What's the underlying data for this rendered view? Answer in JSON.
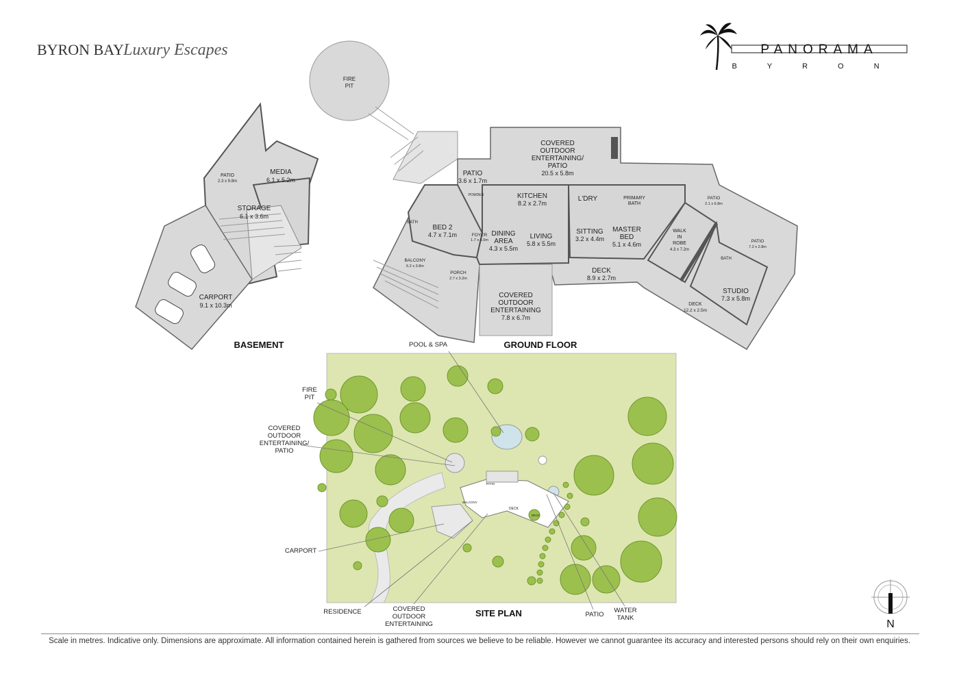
{
  "brand": {
    "left_a": "BYRON BAY",
    "left_b": "Luxury Escapes",
    "logo_main": "PANORAMA",
    "logo_sub": "BYRON",
    "logo_icon": "palm-tree-icon"
  },
  "sections": {
    "basement": "BASEMENT",
    "ground_floor": "GROUND FLOOR",
    "site_plan": "SITE PLAN"
  },
  "basement": {
    "patio": {
      "name": "PATIO",
      "dims": "2.3 x 9.8m"
    },
    "media": {
      "name": "MEDIA",
      "dims": "6.1 x 5.2m"
    },
    "storage": {
      "name": "STORAGE",
      "dims": "6.1 x 3.6m"
    },
    "carport": {
      "name": "CARPORT",
      "dims": "9.1 x 10.3m"
    }
  },
  "ground": {
    "fire_pit_1": "FIRE",
    "fire_pit_2": "PIT",
    "covered_patio_1": "COVERED",
    "covered_patio_2": "OUTDOOR",
    "covered_patio_3": "ENTERTAINING/",
    "covered_patio_4": "PATIO",
    "covered_patio_dims": "20.5 x 5.8m",
    "patio_a_name": "PATIO",
    "patio_a_dims": "3.6 x 1.7m",
    "powder": "POWDER",
    "kitchen_name": "KITCHEN",
    "kitchen_dims": "8.2 x 2.7m",
    "laundry": "L'DRY",
    "primary_bath_1": "PRIMARY",
    "primary_bath_2": "BATH",
    "bath": "BATH",
    "bed2_name": "BED 2",
    "bed2_dims": "4.7 x 7.1m",
    "foyer_name": "FOYER",
    "foyer_dims": "1.7 x 4.0m",
    "dining_1": "DINING",
    "dining_2": "AREA",
    "dining_dims": "4.3 x 5.5m",
    "living_name": "LIVING",
    "living_dims": "5.8 x 5.5m",
    "sitting_name": "SITTING",
    "sitting_dims": "3.2 x 4.4m",
    "master_1": "MASTER",
    "master_2": "BED",
    "master_dims": "5.1 x 4.6m",
    "wir_1": "WALK",
    "wir_2": "IN",
    "wir_3": "ROBE",
    "wir_dims": "4.3 x 7.2m",
    "patio_b_name": "PATIO",
    "patio_b_dims": "2.1 x 6.8m",
    "patio_c_name": "PATIO",
    "patio_c_dims": "7.2 x 2.8m",
    "bath_2": "BATH",
    "studio_name": "STUDIO",
    "studio_dims": "7.3 x 5.8m",
    "balcony_name": "BALCONY",
    "balcony_dims": "6.2 x 3.8m",
    "porch_name": "PORCH",
    "porch_dims": "2.7 x 3.2m",
    "deck_a_name": "DECK",
    "deck_a_dims": "8.9 x 2.7m",
    "deck_b_name": "DECK",
    "deck_b_dims": "12.2 x 2.5m",
    "covered_ent_1": "COVERED",
    "covered_ent_2": "OUTDOOR",
    "covered_ent_3": "ENTERTAINING",
    "covered_ent_dims": "7.8 x 6.7m"
  },
  "site": {
    "pool_spa": "POOL & SPA",
    "fire_pit_1": "FIRE",
    "fire_pit_2": "PIT",
    "cov_patio_1": "COVERED",
    "cov_patio_2": "OUTDOOR",
    "cov_patio_3": "ENTERTAINING/",
    "cov_patio_4": "PATIO",
    "carport": "CARPORT",
    "residence": "RESIDENCE",
    "cov_ent_1": "COVERED",
    "cov_ent_2": "OUTDOOR",
    "cov_ent_3": "ENTERTAINING",
    "patio": "PATIO",
    "water_tank_1": "WATER",
    "water_tank_2": "TANK",
    "mini_patio": "PATIO",
    "mini_deck": "DECK",
    "mini_deck2": "DECK",
    "mini_balcony": "BALCONY"
  },
  "compass": {
    "north": "N",
    "icon": "north-arrow-icon"
  },
  "disclaimer": "Scale in metres. Indicative only. Dimensions are approximate. All information contained herein is gathered from sources we believe to be reliable. However we cannot guarantee its accuracy and interested persons should rely on their own enquiries.",
  "colors": {
    "floor": "#d9d9d9",
    "wall": "#555555",
    "lawn": "#dde6b0",
    "tree_dark": "#7fa33a",
    "tree_light": "#a6c454",
    "pool": "#cfe3ea"
  }
}
